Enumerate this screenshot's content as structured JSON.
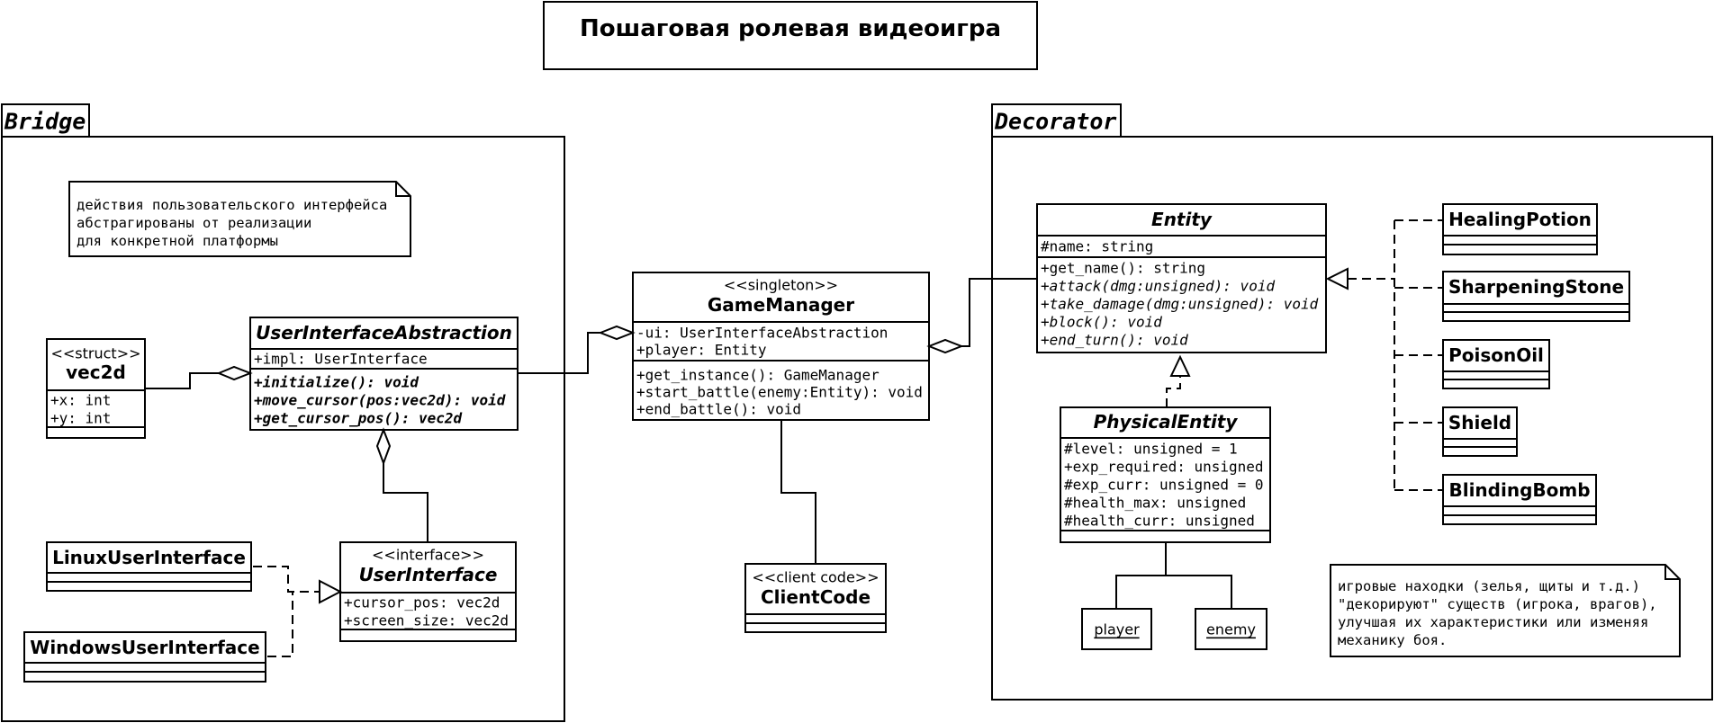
{
  "title": "Пошаговая ролевая видеоигра",
  "packages": {
    "bridge": "Bridge",
    "decorator": "Decorator"
  },
  "notes": {
    "bridge": [
      "действия пользовательского интерфейса",
      "абстрагированы от реализации",
      "для конкретной платформы"
    ],
    "decorator": [
      "игровые находки (зелья, щиты и т.д.)",
      "\"декорируют\" существ (игрока, врагов),",
      "улучшая их характеристики или изменяя",
      "механику боя."
    ]
  },
  "classes": {
    "vec2d": {
      "stereotype": "<<struct>>",
      "name": "vec2d",
      "attributes": [
        "+x: int",
        "+y: int"
      ]
    },
    "ui_abstraction": {
      "name": "UserInterfaceAbstraction",
      "attributes": [
        "+impl: UserInterface"
      ],
      "methods": [
        "+initialize(): void",
        "+move_cursor(pos:vec2d): void",
        "+get_cursor_pos(): vec2d"
      ]
    },
    "user_interface": {
      "stereotype": "<<interface>>",
      "name": "UserInterface",
      "attributes": [
        "+cursor_pos: vec2d",
        "+screen_size: vec2d"
      ]
    },
    "linux_ui": {
      "name": "LinuxUserInterface"
    },
    "windows_ui": {
      "name": "WindowsUserInterface"
    },
    "game_manager": {
      "stereotype": "<<singleton>>",
      "name": "GameManager",
      "attributes": [
        "-ui: UserInterfaceAbstraction",
        "+player: Entity"
      ],
      "methods": [
        "+get_instance(): GameManager",
        "+start_battle(enemy:Entity): void",
        "+end_battle(): void"
      ]
    },
    "client_code": {
      "stereotype": "<<client code>>",
      "name": "ClientCode"
    },
    "entity": {
      "name": "Entity",
      "attributes": [
        "#name: string"
      ],
      "methods": [
        "+get_name(): string",
        "+attack(dmg:unsigned): void",
        "+take_damage(dmg:unsigned): void",
        "+block(): void",
        "+end_turn(): void"
      ]
    },
    "physical_entity": {
      "name": "PhysicalEntity",
      "attributes": [
        "#level: unsigned = 1",
        "+exp_required: unsigned",
        "#exp_curr: unsigned = 0",
        "#health_max: unsigned",
        "#health_curr: unsigned"
      ]
    },
    "healing_potion": {
      "name": "HealingPotion"
    },
    "sharpening_stone": {
      "name": "SharpeningStone"
    },
    "poison_oil": {
      "name": "PoisonOil"
    },
    "shield": {
      "name": "Shield"
    },
    "blinding_bomb": {
      "name": "BlindingBomb"
    }
  },
  "objects": {
    "player": "player",
    "enemy": "enemy"
  },
  "colors": {
    "line": "#000000",
    "fill": "#ffffff"
  }
}
